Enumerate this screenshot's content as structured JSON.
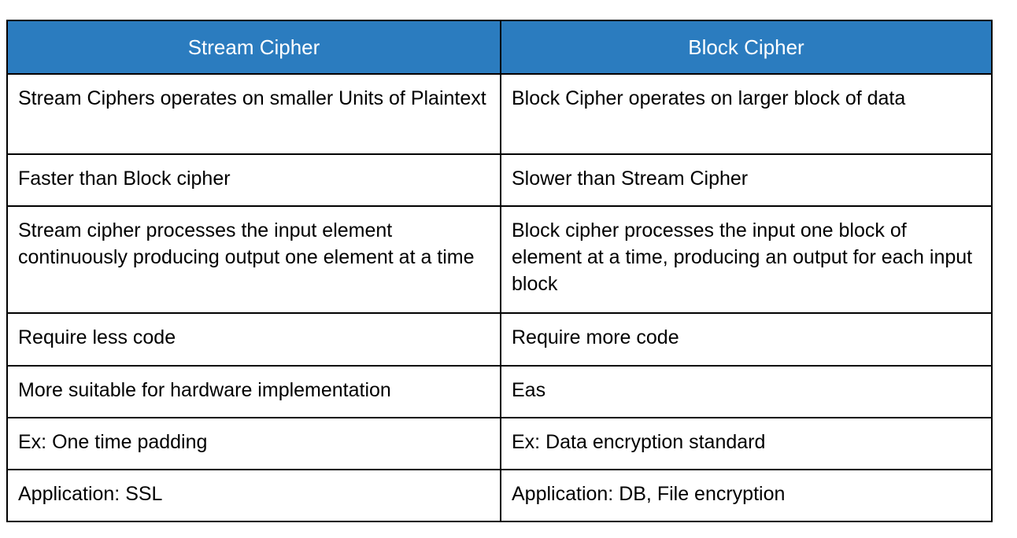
{
  "table": {
    "type": "comparison-table",
    "accent_color": "#2B7CBF",
    "header_text_color": "#FFFFFF",
    "body_text_color": "#000000",
    "border_color": "#000000",
    "background_color": "#FFFFFF",
    "columns": [
      {
        "label": "Stream Cipher"
      },
      {
        "label": "Block Cipher"
      }
    ],
    "rows": [
      {
        "left": "Stream Ciphers operates on smaller Units of Plaintext",
        "right": "Block Cipher operates on larger block of data"
      },
      {
        "left": "Faster than Block cipher",
        "right": "Slower than Stream Cipher"
      },
      {
        "left": "Stream cipher processes the input element continuously producing output one element at a time",
        "right": "Block cipher processes the input one block of element at a time, producing an output for each input block"
      },
      {
        "left": "Require less code",
        "right": "Require more code"
      },
      {
        "left": "More suitable for hardware implementation",
        "right": "Eas"
      },
      {
        "left": "Ex: One time padding",
        "right": "Ex: Data encryption standard"
      },
      {
        "left": "Application: SSL",
        "right": "Application: DB, File encryption"
      }
    ]
  }
}
